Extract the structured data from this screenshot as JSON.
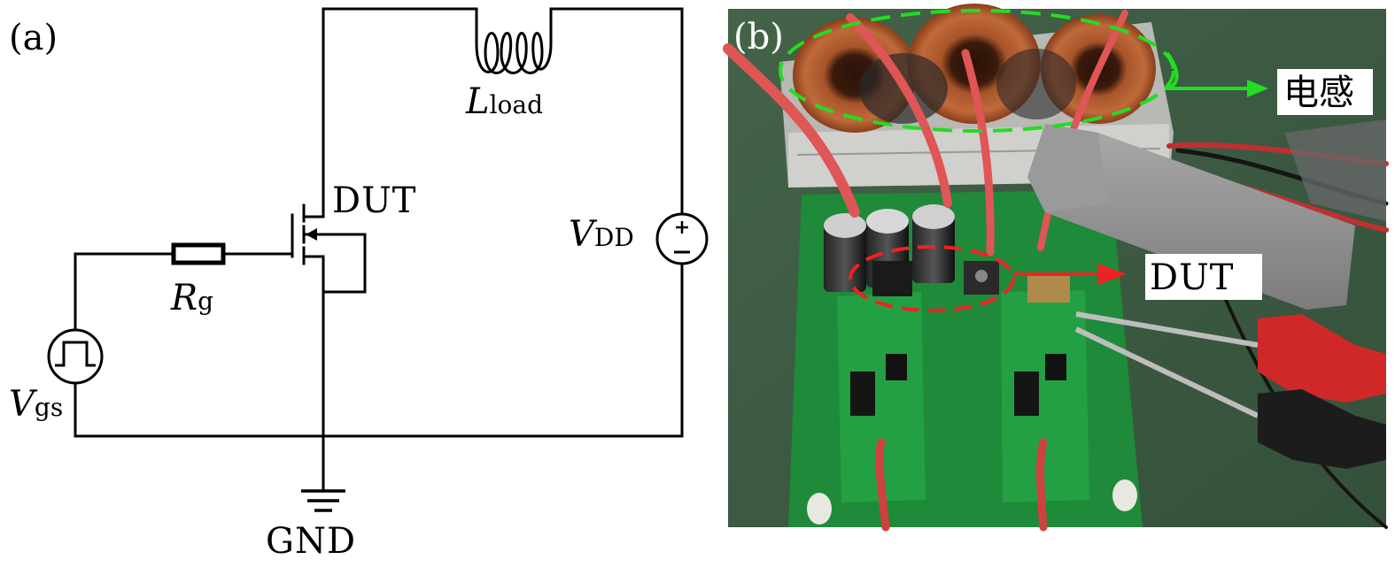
{
  "panel_a": {
    "label": "(a)",
    "components": {
      "load_inductor": {
        "symbol": "L",
        "subscript": "load"
      },
      "gate_resistor": {
        "symbol": "R",
        "subscript": "g"
      },
      "gate_source": {
        "symbol": "V",
        "subscript": "gs"
      },
      "supply": {
        "symbol": "V",
        "subscript": "DD"
      },
      "device": {
        "label": "DUT"
      },
      "ground": {
        "label": "GND"
      }
    }
  },
  "panel_b": {
    "label": "(b)",
    "callouts": {
      "inductor": {
        "text": "电感",
        "color": "#22cc22"
      },
      "dut": {
        "text": "DUT",
        "color": "#ee1111"
      }
    }
  }
}
